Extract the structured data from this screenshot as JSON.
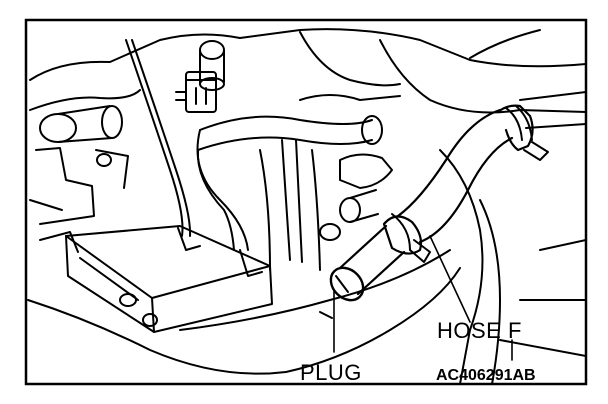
{
  "labels": {
    "hose": "HOSE F",
    "plug": "PLUG",
    "figure_code": "AC406291AB"
  },
  "colors": {
    "ink": "#000000",
    "paper": "#ffffff"
  }
}
